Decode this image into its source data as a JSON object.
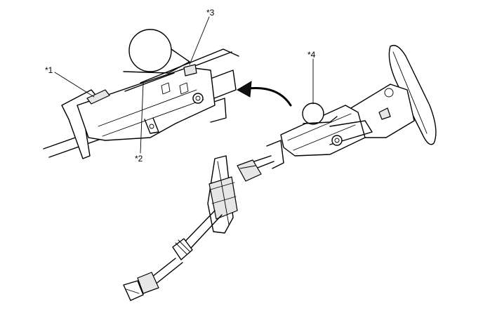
{
  "labels": {
    "label_1": "*1",
    "label_2": "*2",
    "label_3": "*3",
    "label_4": "*4"
  },
  "colors": {
    "line": "#000000",
    "background": "#ffffff",
    "shade": "#e6e6e6"
  }
}
